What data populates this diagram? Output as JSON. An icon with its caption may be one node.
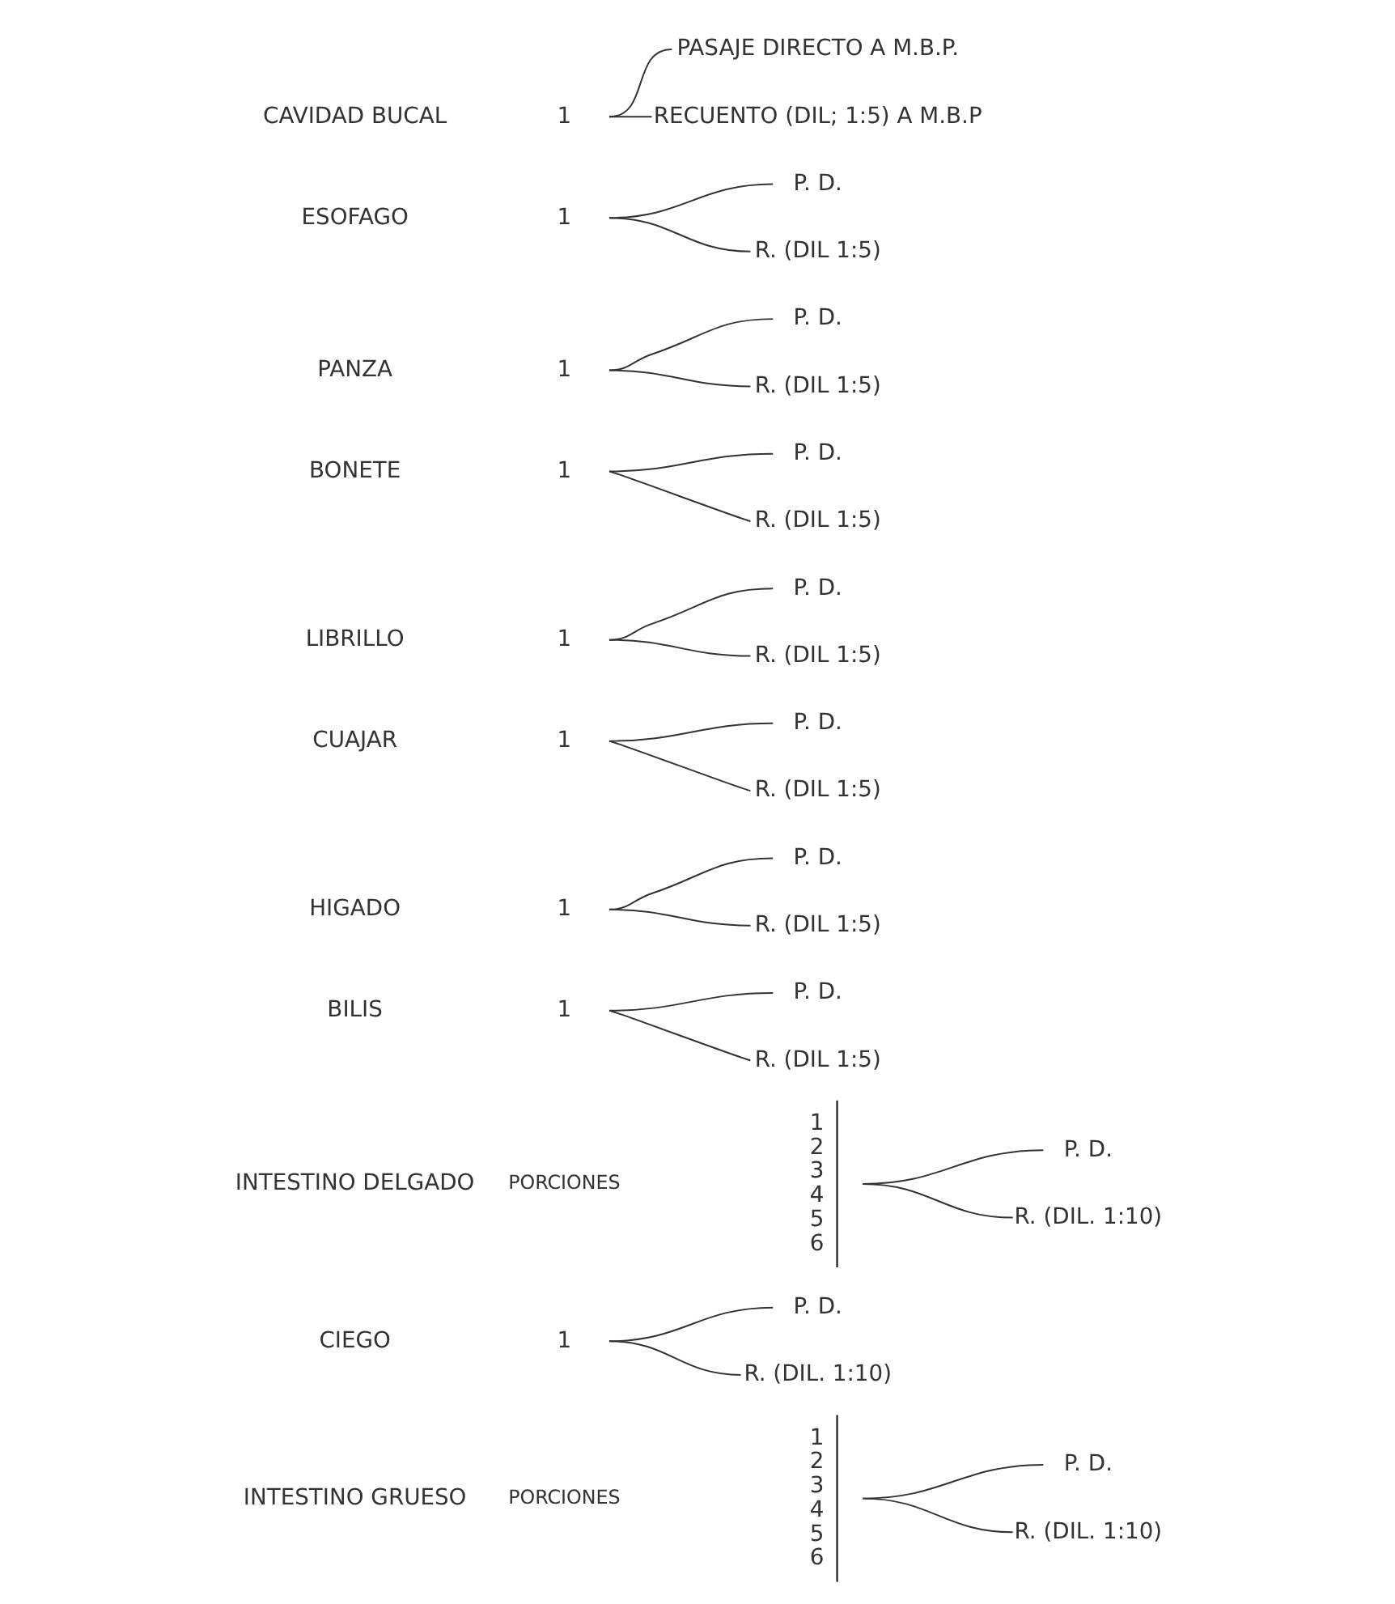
{
  "diagram": {
    "nodes": [
      {
        "text": [
          "1"
        ]
      },
      {
        "text": [
          "PASAJE DIRECTO A M.B.P."
        ]
      },
      {
        "text": [
          "RECUENTO (DIL; 1:5) A M.B.P"
        ]
      },
      {
        "text": [
          "1"
        ]
      },
      {
        "text": [
          "P. D."
        ]
      },
      {
        "text": [
          "R. (DIL 1:5)"
        ]
      },
      {
        "text": [
          "1"
        ]
      },
      {
        "text": [
          "P. D."
        ]
      },
      {
        "text": [
          "R. (DIL 1:5)"
        ]
      },
      {
        "text": [
          "1"
        ]
      },
      {
        "text": [
          "P. D."
        ]
      },
      {
        "text": [
          "R. (DIL 1:5)"
        ]
      },
      {
        "text": [
          "1"
        ]
      },
      {
        "text": [
          "P. D."
        ]
      },
      {
        "text": [
          "R. (DIL 1:5)"
        ]
      },
      {
        "text": [
          "1"
        ]
      },
      {
        "text": [
          "P. D."
        ]
      },
      {
        "text": [
          "R. (DIL 1:5)"
        ]
      },
      {
        "text": [
          "1"
        ]
      },
      {
        "text": [
          "P. D."
        ]
      },
      {
        "text": [
          "R. (DIL 1:5)"
        ]
      },
      {
        "text": [
          "1"
        ]
      },
      {
        "text": [
          "P. D."
        ]
      },
      {
        "text": [
          "R. (DIL 1:5)"
        ]
      },
      {
        "text": [
          "1 2 3 4 5 6"
        ]
      },
      {
        "text": [
          "P. D."
        ]
      },
      {
        "text": [
          "R. (DIL. 1:10)"
        ]
      },
      {
        "text": [
          "1"
        ]
      },
      {
        "text": [
          "P. D."
        ]
      },
      {
        "text": [
          "R. (DIL. 1:10)"
        ]
      },
      {
        "text": [
          "1 2 3 4 5 6"
        ]
      },
      {
        "text": [
          "P. D."
        ]
      },
      {
        "text": [
          "R. (DIL. 1:10)"
        ]
      }
    ],
    "edges": [
      {
        "from": 0,
        "to": 1,
        "arrow": "none"
      },
      {
        "from": 0,
        "to": 2,
        "arrow": "none"
      },
      {
        "from": 3,
        "to": 4,
        "arrow": "none"
      },
      {
        "from": 3,
        "to": 5,
        "arrow": "none"
      },
      {
        "from": 6,
        "to": 7,
        "arrow": "none"
      },
      {
        "from": 6,
        "to": 8,
        "arrow": "none"
      },
      {
        "from": 9,
        "to": 10,
        "arrow": "none"
      },
      {
        "from": 9,
        "to": 11,
        "arrow": "none"
      },
      {
        "from": 12,
        "to": 13,
        "arrow": "none"
      },
      {
        "from": 12,
        "to": 14,
        "arrow": "none"
      },
      {
        "from": 15,
        "to": 16,
        "arrow": "none"
      },
      {
        "from": 15,
        "to": 17,
        "arrow": "none"
      },
      {
        "from": 18,
        "to": 19,
        "arrow": "none"
      },
      {
        "from": 18,
        "to": 20,
        "arrow": "none"
      },
      {
        "from": 21,
        "to": 22,
        "arrow": "none"
      },
      {
        "from": 21,
        "to": 23,
        "arrow": "none"
      },
      {
        "from": 24,
        "to": 25,
        "arrow": "none"
      },
      {
        "from": 24,
        "to": 26,
        "arrow": "none"
      },
      {
        "from": 27,
        "to": 28,
        "arrow": "none"
      },
      {
        "from": 27,
        "to": 29,
        "arrow": "none"
      },
      {
        "from": 30,
        "to": 31,
        "arrow": "none"
      },
      {
        "from": 30,
        "to": 32,
        "arrow": "none"
      }
    ],
    "labels": [
      "CAVIDAD BUCAL",
      "ESOFAGO",
      "PANZA",
      "BONETE",
      "LIBRILLO",
      "CUAJAR",
      "HIGADO",
      "BILIS",
      "INTESTINO DELGADO",
      "PORCIONES",
      "CIEGO",
      "INTESTINO GRUESO",
      "PORCIONES"
    ]
  }
}
